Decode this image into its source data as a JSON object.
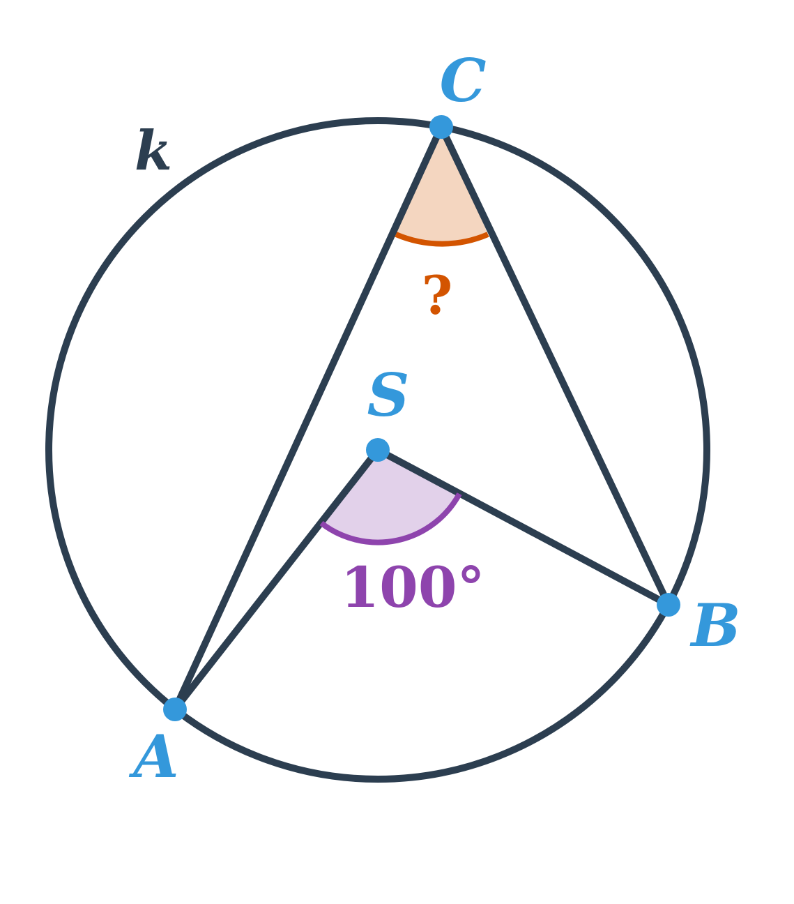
{
  "diagram": {
    "circle_label": "k",
    "points": {
      "A": "A",
      "B": "B",
      "C": "C",
      "S": "S"
    },
    "central_angle_label": "100°",
    "inscribed_angle_label": "?"
  },
  "colors": {
    "stroke": "#2c3e50",
    "point": "#3498db",
    "central_angle_stroke": "#8e44ad",
    "central_angle_fill": "#e2d1ea",
    "inscribed_angle_stroke": "#d35400",
    "inscribed_angle_fill": "#f4d6c0"
  }
}
